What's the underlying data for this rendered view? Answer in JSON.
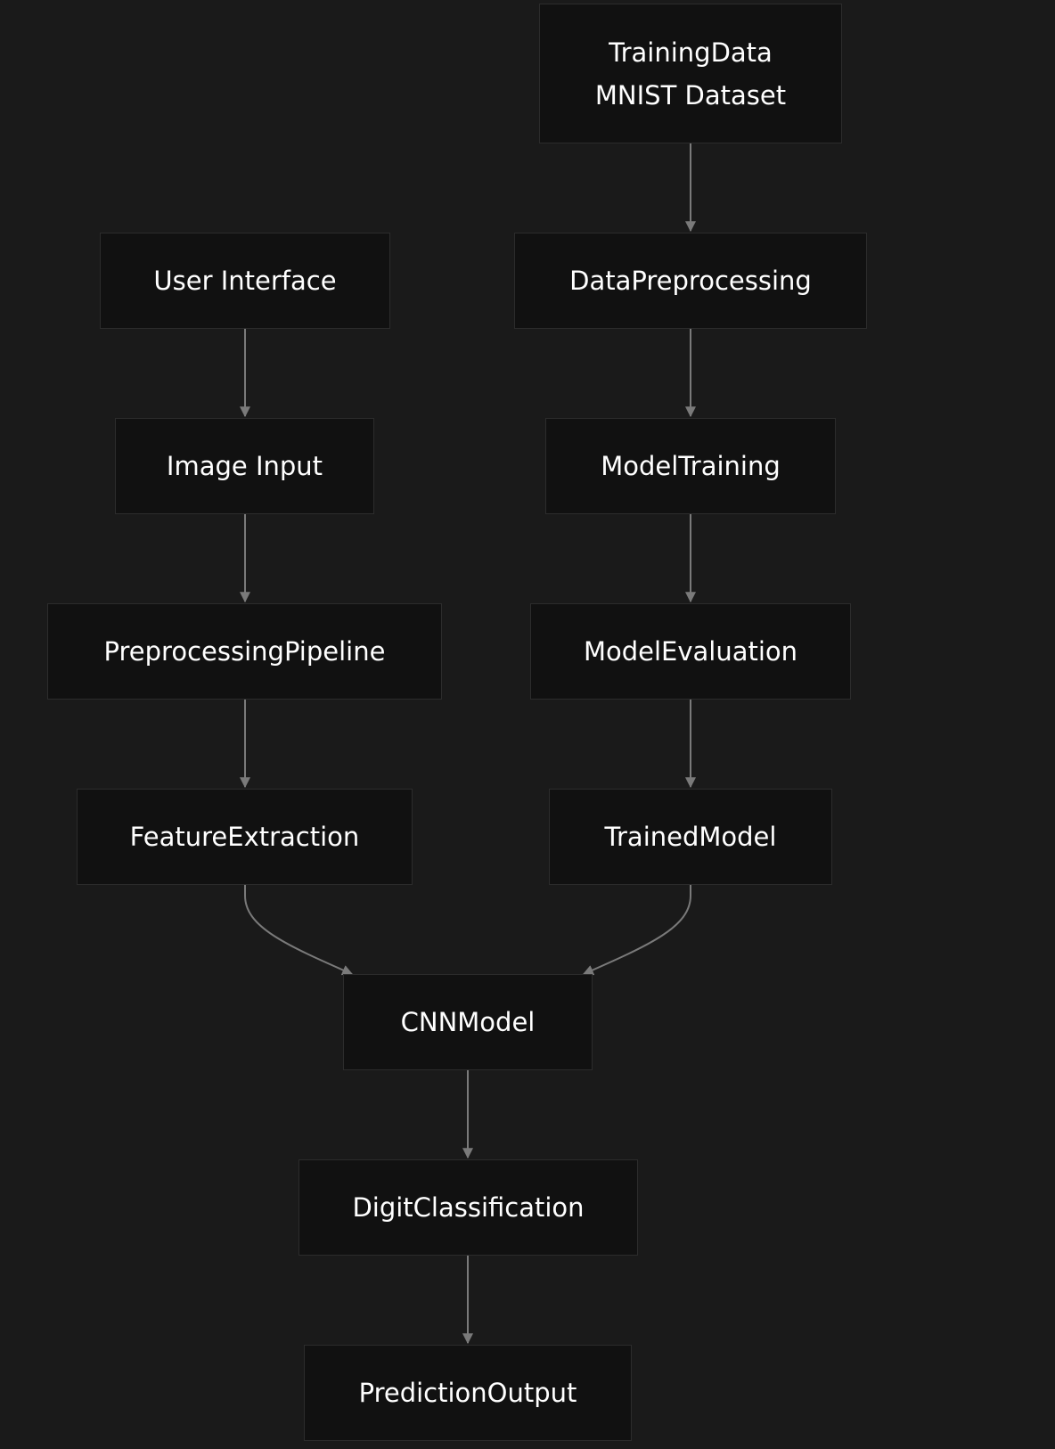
{
  "diagram": {
    "nodes": {
      "training_data": {
        "line1": "TrainingData",
        "line2": "MNIST Dataset"
      },
      "user_interface": "User Interface",
      "data_preprocessing": "DataPreprocessing",
      "image_input": "Image Input",
      "model_training": "ModelTraining",
      "preprocessing_pipeline": "PreprocessingPipeline",
      "model_evaluation": "ModelEvaluation",
      "feature_extraction": "FeatureExtraction",
      "trained_model": "TrainedModel",
      "cnn_model": "CNNModel",
      "digit_classification": "DigitClassification",
      "prediction_output": "PredictionOutput"
    },
    "edges": [
      {
        "from": "training_data",
        "to": "data_preprocessing"
      },
      {
        "from": "user_interface",
        "to": "image_input"
      },
      {
        "from": "data_preprocessing",
        "to": "model_training"
      },
      {
        "from": "image_input",
        "to": "preprocessing_pipeline"
      },
      {
        "from": "model_training",
        "to": "model_evaluation"
      },
      {
        "from": "preprocessing_pipeline",
        "to": "feature_extraction"
      },
      {
        "from": "model_evaluation",
        "to": "trained_model"
      },
      {
        "from": "feature_extraction",
        "to": "cnn_model"
      },
      {
        "from": "trained_model",
        "to": "cnn_model"
      },
      {
        "from": "cnn_model",
        "to": "digit_classification"
      },
      {
        "from": "digit_classification",
        "to": "prediction_output"
      }
    ],
    "colors": {
      "background": "#1a1a1a",
      "node_fill": "#111111",
      "node_border": "#2c2c2c",
      "text": "#ffffff",
      "edge": "#7a7a7a"
    }
  }
}
